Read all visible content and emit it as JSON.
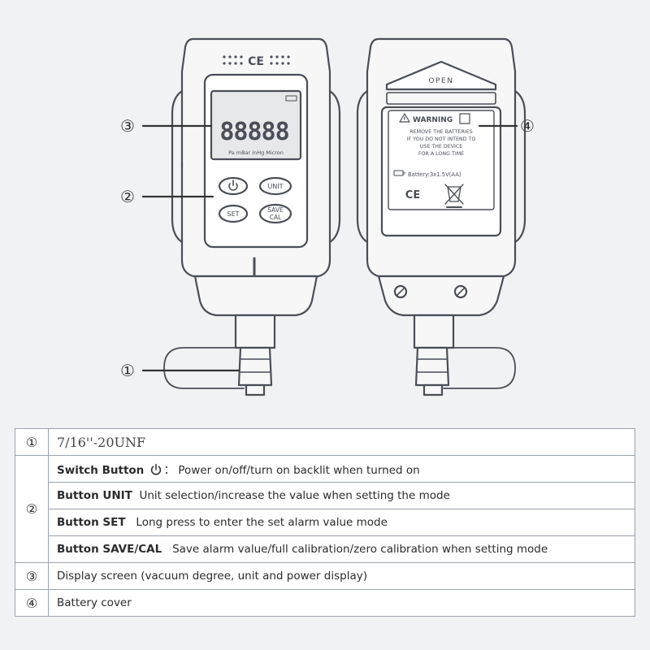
{
  "device_front": {
    "cert_mark": "CE",
    "display_digits": "88888",
    "display_unit_row": "Pa  mBar  inHg  Micron",
    "buttons": {
      "unit": "UNIT",
      "set": "SET",
      "save_cal_line1": "SAVE",
      "save_cal_line2": "CAL"
    }
  },
  "device_back": {
    "open_label": "OPEN",
    "warning_title": "WARNING",
    "warning_lines": [
      "REMOVE THE BATTERIES",
      "IF YOU DO NOT INTEND TO",
      "USE THE DEVICE",
      "FOR A LONG TIME"
    ],
    "battery_spec": "Battery:3x1.5V(AA)",
    "cert_mark": "CE"
  },
  "callouts": {
    "one": "①",
    "two": "②",
    "three": "③",
    "four": "④"
  },
  "spec_table": {
    "rows": [
      {
        "num": "①",
        "text": "7/16''-20UNF"
      },
      {
        "num": "②",
        "button": "Switch Button",
        "separator": "：",
        "text": "Power on/off/turn on backlit when turned on"
      },
      {
        "button": "Button UNIT",
        "text": "Unit selection/increase the value when setting the mode"
      },
      {
        "button": "Button SET",
        "text": "Long press to enter the set alarm value mode"
      },
      {
        "button": "Button SAVE/CAL",
        "text": "Save alarm value/full calibration/zero calibration when setting mode"
      },
      {
        "num": "③",
        "text": "Display screen (vacuum degree, unit and power display)"
      },
      {
        "num": "④",
        "text": "Battery cover"
      }
    ]
  },
  "colors": {
    "outline": "#4a4e57",
    "body_fill": "#f7f7f8",
    "screen_fill": "#e6e8ea",
    "table_border": "#9aa3ad"
  }
}
